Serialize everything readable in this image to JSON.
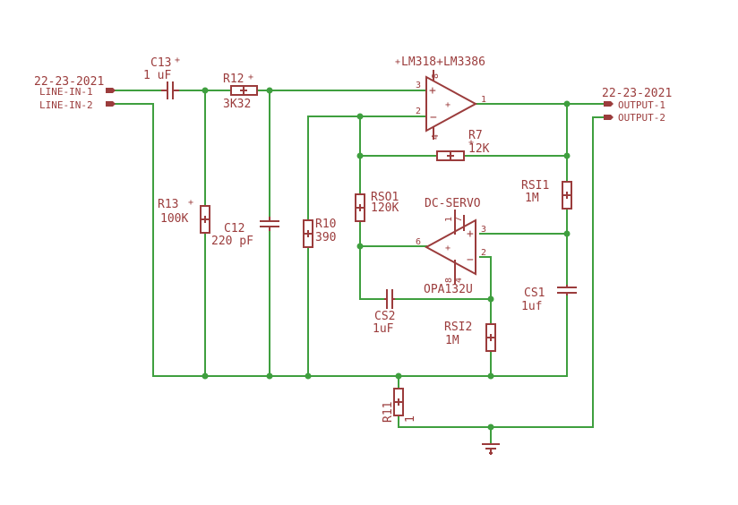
{
  "ports": {
    "in_title": "22-23-2021",
    "in1": "LINE-IN-1",
    "in2": "LINE-IN-2",
    "out_title": "22-23-2021",
    "out1": "OUTPUT-1",
    "out2": "OUTPUT-2"
  },
  "parts": {
    "c13": {
      "name": "C13",
      "value": "1 uF"
    },
    "r12": {
      "name": "R12",
      "value": "3K32"
    },
    "r13": {
      "name": "R13",
      "value": "100K"
    },
    "c12": {
      "name": "C12",
      "value": "220 pF"
    },
    "r10": {
      "name": "R10",
      "value": "390"
    },
    "r7": {
      "name": "R7",
      "value": "12K"
    },
    "rso1": {
      "name": "RSO1",
      "value": "120K"
    },
    "rsi1": {
      "name": "RSI1",
      "value": "1M"
    },
    "cs1": {
      "name": "CS1",
      "value": "1uf"
    },
    "cs2": {
      "name": "CS2",
      "value": "1uF"
    },
    "rsi2": {
      "name": "RSI2",
      "value": "1M"
    },
    "r11": {
      "name": "R11",
      "value": "1"
    },
    "u1": {
      "name": "LM318+LM3386"
    },
    "u2": {
      "name": "DC-SERVO",
      "value": "OPA132U"
    }
  },
  "pins": {
    "u1_in_plus": "3",
    "u1_in_minus": "2",
    "u1_out": "1",
    "u1_vplus": "8",
    "u1_vminus": "4",
    "u2_in_minus": "6",
    "u2_in_plus": "3",
    "u2_out": "2",
    "u2_vplus": "7",
    "u2_vminus": "4",
    "u2_extra1": "1",
    "u2_extra2": "8"
  },
  "colors": {
    "wire": "#3f9f3f",
    "component": "#9b3c3c",
    "background": "#ffffff"
  }
}
